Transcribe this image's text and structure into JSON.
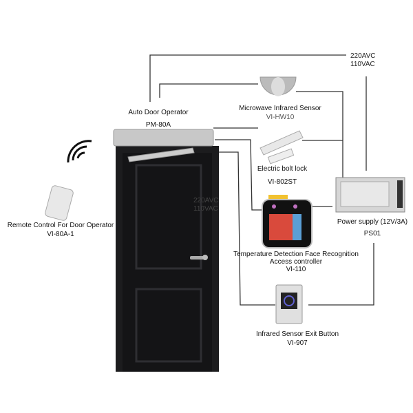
{
  "power_label": {
    "line1": "220AVC",
    "line2": "110VAC"
  },
  "door_power_label": {
    "line1": "220AVC",
    "line2": "110VAC"
  },
  "components": {
    "operator": {
      "name": "Auto Door Operator",
      "model": "PM-80A"
    },
    "sensor": {
      "name": "Microwave Infrared Sensor",
      "model": "VI-HW10"
    },
    "lock": {
      "name": "Electric bolt lock",
      "model": "VI-802ST"
    },
    "power": {
      "name": "Power supply (12V/3A)",
      "model": "PS01"
    },
    "face": {
      "name1": "Temperature Detection Face Recognition",
      "name2": "Access controller",
      "model": "VI-110"
    },
    "exit": {
      "name": "Infrared Sensor Exit Button",
      "model": "VI-907"
    },
    "remote": {
      "name": "Remote Control For Door Operator",
      "model": "VI-80A-1"
    }
  },
  "colors": {
    "door": "#1c1c1e",
    "wire": "#333333",
    "metal": "#c8c8c8"
  }
}
